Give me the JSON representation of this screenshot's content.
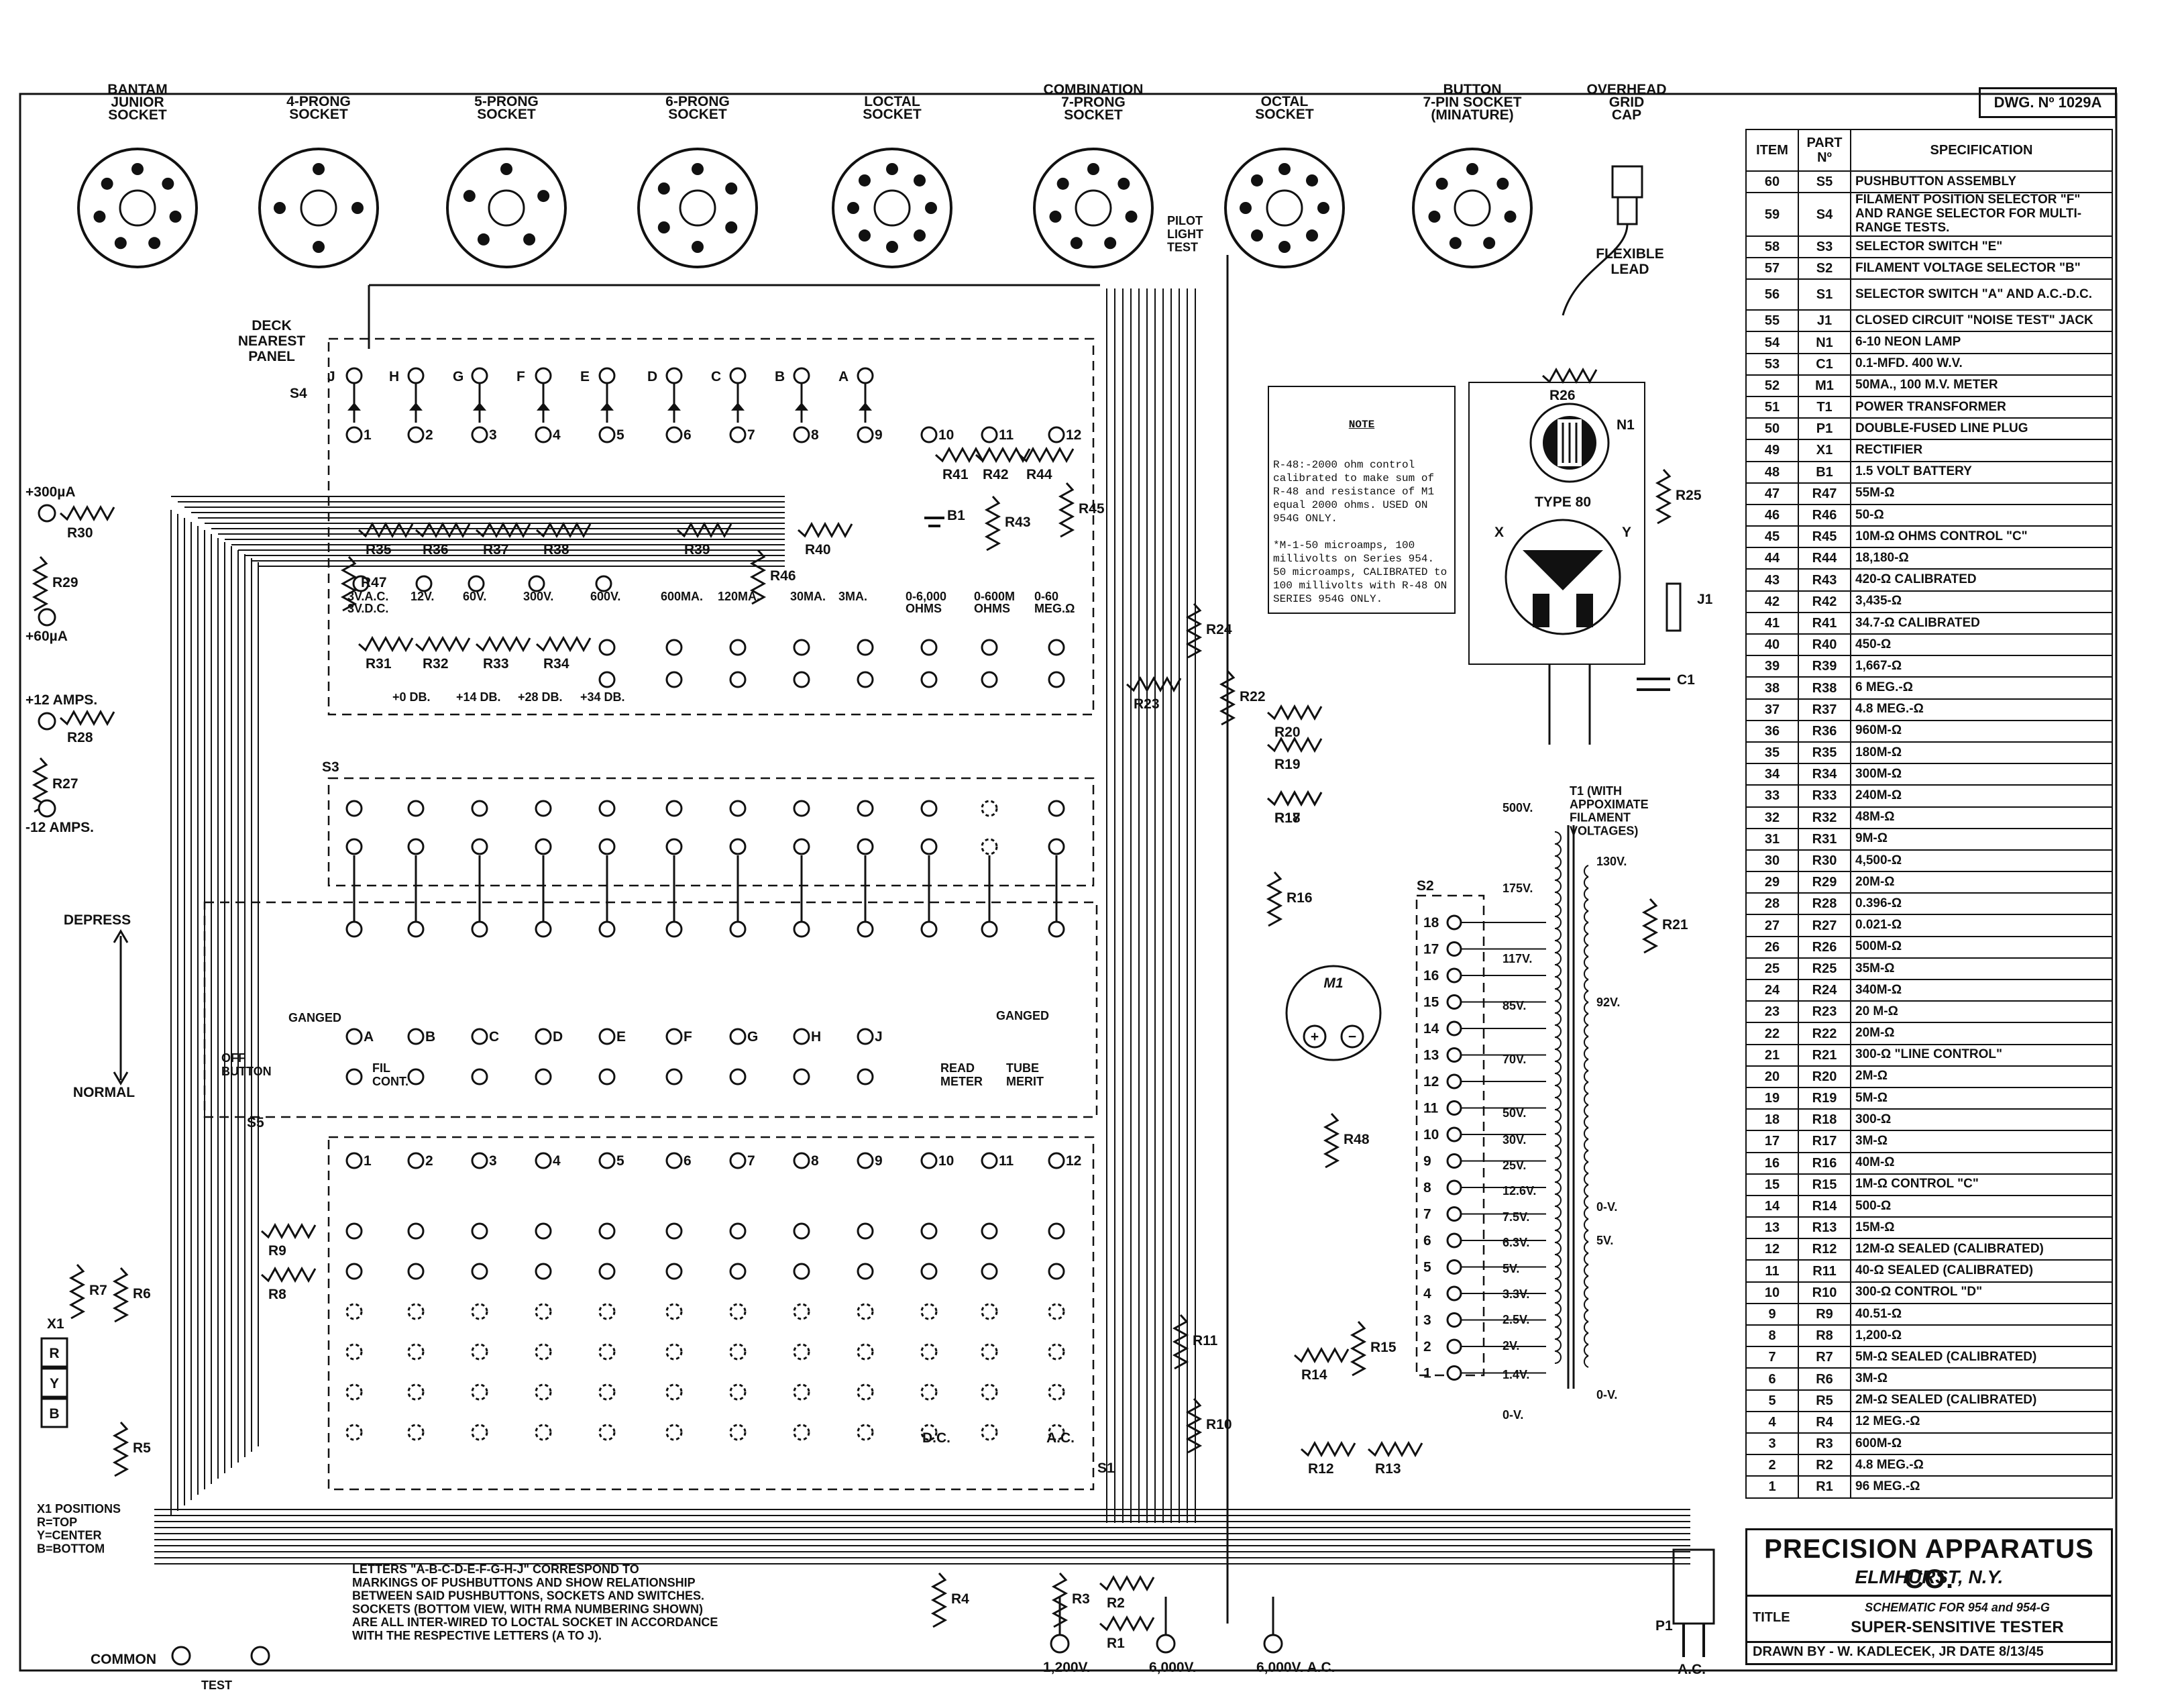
{
  "header": {
    "dwg_no": "DWG. Nº 1029A"
  },
  "sockets": [
    {
      "name": "BANTAM\nJUNIOR\nSOCKET"
    },
    {
      "name": "4-PRONG\nSOCKET"
    },
    {
      "name": "5-PRONG\nSOCKET"
    },
    {
      "name": "6-PRONG\nSOCKET"
    },
    {
      "name": "LOCTAL\nSOCKET"
    },
    {
      "name": "COMBINATION\n7-PRONG\nSOCKET"
    },
    {
      "name": "OCTAL\nSOCKET"
    },
    {
      "name": "BUTTON\n7-PIN SOCKET\n(MINATURE)"
    },
    {
      "name": "OVERHEAD\nGRID\nCAP"
    }
  ],
  "labels": {
    "flexible_lead": "FLEXIBLE\nLEAD",
    "pilot_light": "PILOT\nLIGHT\nTEST",
    "deck": "DECK\nNEAREST\nPANEL",
    "s4": "S4",
    "s3": "S3",
    "s5": "S5",
    "s2": "S2",
    "s1": "S1",
    "depress": "DEPRESS",
    "normal": "NORMAL",
    "ganged": "GANGED",
    "off_button": "OFF\nBUTTON",
    "fil_cont": "FIL\nCONT.",
    "read_meter": "READ\nMETER",
    "tube_merit": "TUBE\nMERIT",
    "type80": "TYPE 80",
    "x": "X",
    "y": "Y",
    "t1": "T1 (WITH\nAPPOXIMATE\nFILAMENT\nVOLTAGES)",
    "m1": "M1",
    "n1": "N1",
    "j1": "J1",
    "c1": "C1",
    "b1": "B1",
    "common": "COMMON",
    "test": "TEST",
    "p1": "P1",
    "ac": "A.C.",
    "dc": "D.C.",
    "x1": "X1",
    "x1_positions": "X1 POSITIONS\nR=TOP\nY=CENTER\nB=BOTTOM"
  },
  "meter_terminals": [
    "+300µA",
    "+60µA",
    "+12 AMPS.",
    "-12 AMPS."
  ],
  "ranges": {
    "volts": [
      "3V.A.C.\n3V.D.C.",
      "12V.",
      "60V.",
      "300V.",
      "600V."
    ],
    "db": [
      "+0 DB.",
      "+14 DB.",
      "+28 DB.",
      "+34 DB."
    ],
    "ma": [
      "600MA.",
      "120MA.",
      "30MA.",
      "3MA."
    ],
    "ohms": [
      "0-6,000\nOHMS",
      "0-600M\nOHMS",
      "0-60\nMEG.Ω"
    ]
  },
  "outputs": [
    "1,200V.",
    "6,000V.",
    "6,000V. A.C."
  ],
  "s4_letters": [
    "J",
    "H",
    "G",
    "F",
    "E",
    "D",
    "C",
    "B",
    "A"
  ],
  "s5_letters": [
    "A",
    "B",
    "C",
    "D",
    "E",
    "F",
    "G",
    "H",
    "J"
  ],
  "numbers": [
    "1",
    "2",
    "3",
    "4",
    "5",
    "6",
    "7",
    "8",
    "9",
    "10",
    "11",
    "12"
  ],
  "s2_positions": [
    "18",
    "17",
    "16",
    "15",
    "14",
    "13",
    "12",
    "11",
    "10",
    "9",
    "8",
    "7",
    "6",
    "5",
    "4",
    "3",
    "2",
    "1"
  ],
  "t1_taps": [
    "500V.",
    "175V.",
    "117V.",
    "85V.",
    "70V.",
    "50V.",
    "30V.",
    "25V.",
    "12.6V.",
    "7.5V.",
    "6.3V.",
    "5V.",
    "3.3V.",
    "2.5V.",
    "2V.",
    "1.4V.",
    "0-V.",
    "130V.",
    "92V.",
    "0-V.",
    "5V.",
    "0-V."
  ],
  "resistor_labels": [
    "R1",
    "R2",
    "R3",
    "R4",
    "R5",
    "R6",
    "R7",
    "R8",
    "R9",
    "R10",
    "R11",
    "R12",
    "R13",
    "R14",
    "R15",
    "R16",
    "R17",
    "R18",
    "R19",
    "R20",
    "R21",
    "R22",
    "R23",
    "R24",
    "R25",
    "R26",
    "R27",
    "R28",
    "R29",
    "R30",
    "R31",
    "R32",
    "R33",
    "R34",
    "R35",
    "R36",
    "R37",
    "R38",
    "R39",
    "R40",
    "R41",
    "R42",
    "R43",
    "R44",
    "R45",
    "R46",
    "R47",
    "R48"
  ],
  "note_r48": {
    "title": "NOTE",
    "text": "R-48:-2000 ohm control calibrated to make sum of R-48 and resistance of M1 equal 2000 ohms. USED ON 954G ONLY.\n\n*M-1-50 microamps, 100 millivolts on Series 954. 50 microamps, CALIBRATED to 100 millivolts with R-48 ON SERIES 954G ONLY."
  },
  "bottom_note": "LETTERS \"A-B-C-D-E-F-G-H-J\" CORRESPOND TO\nMARKINGS OF PUSHBUTTONS AND SHOW RELATIONSHIP\nBETWEEN SAID PUSHBUTTONS, SOCKETS AND SWITCHES.\n\nSOCKETS (BOTTOM VIEW, WITH RMA NUMBERING SHOWN)\nARE ALL INTER-WIRED TO LOCTAL SOCKET IN ACCORDANCE\nWITH THE RESPECTIVE LETTERS (A TO J).",
  "parts_header": {
    "item": "ITEM",
    "part": "PART\nNº",
    "spec": "SPECIFICATION"
  },
  "parts": [
    {
      "item": "60",
      "part": "S5",
      "spec": "PUSHBUTTON ASSEMBLY"
    },
    {
      "item": "59",
      "part": "S4",
      "spec": "FILAMENT POSITION SELECTOR \"F\" AND RANGE SELECTOR FOR MULTI-RANGE TESTS."
    },
    {
      "item": "58",
      "part": "S3",
      "spec": "SELECTOR SWITCH \"E\""
    },
    {
      "item": "57",
      "part": "S2",
      "spec": "FILAMENT VOLTAGE SELECTOR \"B\""
    },
    {
      "item": "56",
      "part": "S1",
      "spec": "SELECTOR SWITCH \"A\" AND A.C.-D.C."
    },
    {
      "item": "55",
      "part": "J1",
      "spec": "CLOSED CIRCUIT \"NOISE TEST\" JACK"
    },
    {
      "item": "54",
      "part": "N1",
      "spec": "6-10 NEON LAMP"
    },
    {
      "item": "53",
      "part": "C1",
      "spec": "0.1-MFD. 400 W.V."
    },
    {
      "item": "52",
      "part": "M1",
      "spec": "50MA., 100 M.V. METER"
    },
    {
      "item": "51",
      "part": "T1",
      "spec": "POWER TRANSFORMER"
    },
    {
      "item": "50",
      "part": "P1",
      "spec": "DOUBLE-FUSED LINE PLUG"
    },
    {
      "item": "49",
      "part": "X1",
      "spec": "RECTIFIER"
    },
    {
      "item": "48",
      "part": "B1",
      "spec": "1.5 VOLT BATTERY"
    },
    {
      "item": "47",
      "part": "R47",
      "spec": "55M-Ω"
    },
    {
      "item": "46",
      "part": "R46",
      "spec": "50-Ω"
    },
    {
      "item": "45",
      "part": "R45",
      "spec": "10M-Ω OHMS CONTROL \"C\""
    },
    {
      "item": "44",
      "part": "R44",
      "spec": "18,180-Ω"
    },
    {
      "item": "43",
      "part": "R43",
      "spec": "420-Ω CALIBRATED"
    },
    {
      "item": "42",
      "part": "R42",
      "spec": "3,435-Ω"
    },
    {
      "item": "41",
      "part": "R41",
      "spec": "34.7-Ω CALIBRATED"
    },
    {
      "item": "40",
      "part": "R40",
      "spec": "450-Ω"
    },
    {
      "item": "39",
      "part": "R39",
      "spec": "1,667-Ω"
    },
    {
      "item": "38",
      "part": "R38",
      "spec": "6 MEG.-Ω"
    },
    {
      "item": "37",
      "part": "R37",
      "spec": "4.8 MEG.-Ω"
    },
    {
      "item": "36",
      "part": "R36",
      "spec": "960M-Ω"
    },
    {
      "item": "35",
      "part": "R35",
      "spec": "180M-Ω"
    },
    {
      "item": "34",
      "part": "R34",
      "spec": "300M-Ω"
    },
    {
      "item": "33",
      "part": "R33",
      "spec": "240M-Ω"
    },
    {
      "item": "32",
      "part": "R32",
      "spec": "48M-Ω"
    },
    {
      "item": "31",
      "part": "R31",
      "spec": "9M-Ω"
    },
    {
      "item": "30",
      "part": "R30",
      "spec": "4,500-Ω"
    },
    {
      "item": "29",
      "part": "R29",
      "spec": "20M-Ω"
    },
    {
      "item": "28",
      "part": "R28",
      "spec": "0.396-Ω"
    },
    {
      "item": "27",
      "part": "R27",
      "spec": "0.021-Ω"
    },
    {
      "item": "26",
      "part": "R26",
      "spec": "500M-Ω"
    },
    {
      "item": "25",
      "part": "R25",
      "spec": "35M-Ω"
    },
    {
      "item": "24",
      "part": "R24",
      "spec": "340M-Ω"
    },
    {
      "item": "23",
      "part": "R23",
      "spec": "20 M-Ω"
    },
    {
      "item": "22",
      "part": "R22",
      "spec": "20M-Ω"
    },
    {
      "item": "21",
      "part": "R21",
      "spec": "300-Ω \"LINE CONTROL\""
    },
    {
      "item": "20",
      "part": "R20",
      "spec": "2M-Ω"
    },
    {
      "item": "19",
      "part": "R19",
      "spec": "5M-Ω"
    },
    {
      "item": "18",
      "part": "R18",
      "spec": "300-Ω"
    },
    {
      "item": "17",
      "part": "R17",
      "spec": "3M-Ω"
    },
    {
      "item": "16",
      "part": "R16",
      "spec": "40M-Ω"
    },
    {
      "item": "15",
      "part": "R15",
      "spec": "1M-Ω   CONTROL \"C\""
    },
    {
      "item": "14",
      "part": "R14",
      "spec": "500-Ω"
    },
    {
      "item": "13",
      "part": "R13",
      "spec": "15M-Ω"
    },
    {
      "item": "12",
      "part": "R12",
      "spec": "12M-Ω SEALED (CALIBRATED)"
    },
    {
      "item": "11",
      "part": "R11",
      "spec": "40-Ω SEALED (CALIBRATED)"
    },
    {
      "item": "10",
      "part": "R10",
      "spec": "300-Ω CONTROL \"D\""
    },
    {
      "item": "9",
      "part": "R9",
      "spec": "40.51-Ω"
    },
    {
      "item": "8",
      "part": "R8",
      "spec": "1,200-Ω"
    },
    {
      "item": "7",
      "part": "R7",
      "spec": "5M-Ω SEALED (CALIBRATED)"
    },
    {
      "item": "6",
      "part": "R6",
      "spec": "3M-Ω"
    },
    {
      "item": "5",
      "part": "R5",
      "spec": "2M-Ω SEALED (CALIBRATED)"
    },
    {
      "item": "4",
      "part": "R4",
      "spec": "12 MEG.-Ω"
    },
    {
      "item": "3",
      "part": "R3",
      "spec": "600M-Ω"
    },
    {
      "item": "2",
      "part": "R2",
      "spec": "4.8 MEG.-Ω"
    },
    {
      "item": "1",
      "part": "R1",
      "spec": "96 MEG.-Ω"
    }
  ],
  "title_block": {
    "company": "PRECISION APPARATUS CO.",
    "city": "ELMHURST, N.Y.",
    "title_label": "TITLE",
    "title_line1": "SCHEMATIC FOR 954 and 954-G",
    "title_line2": "SUPER-SENSITIVE TESTER",
    "drawn": "DRAWN BY - W. KADLECEK, JR   DATE 8/13/45"
  }
}
